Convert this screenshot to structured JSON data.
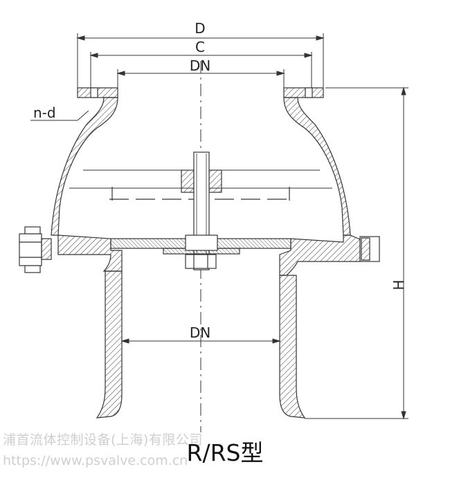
{
  "drawing": {
    "dimensions": {
      "d_label": "D",
      "c_label": "C",
      "dn_top_label": "DN",
      "dn_bottom_label": "DN",
      "nd_label": "n-d",
      "h_label": "H"
    },
    "title": "R/RS型"
  },
  "watermark": {
    "company": "浦首流体控制设备(上海)有限公司",
    "url": "https://www.psvalve.com.cn"
  },
  "colors": {
    "line": "#333333",
    "background": "#ffffff",
    "watermark": "#cfcfcf"
  }
}
